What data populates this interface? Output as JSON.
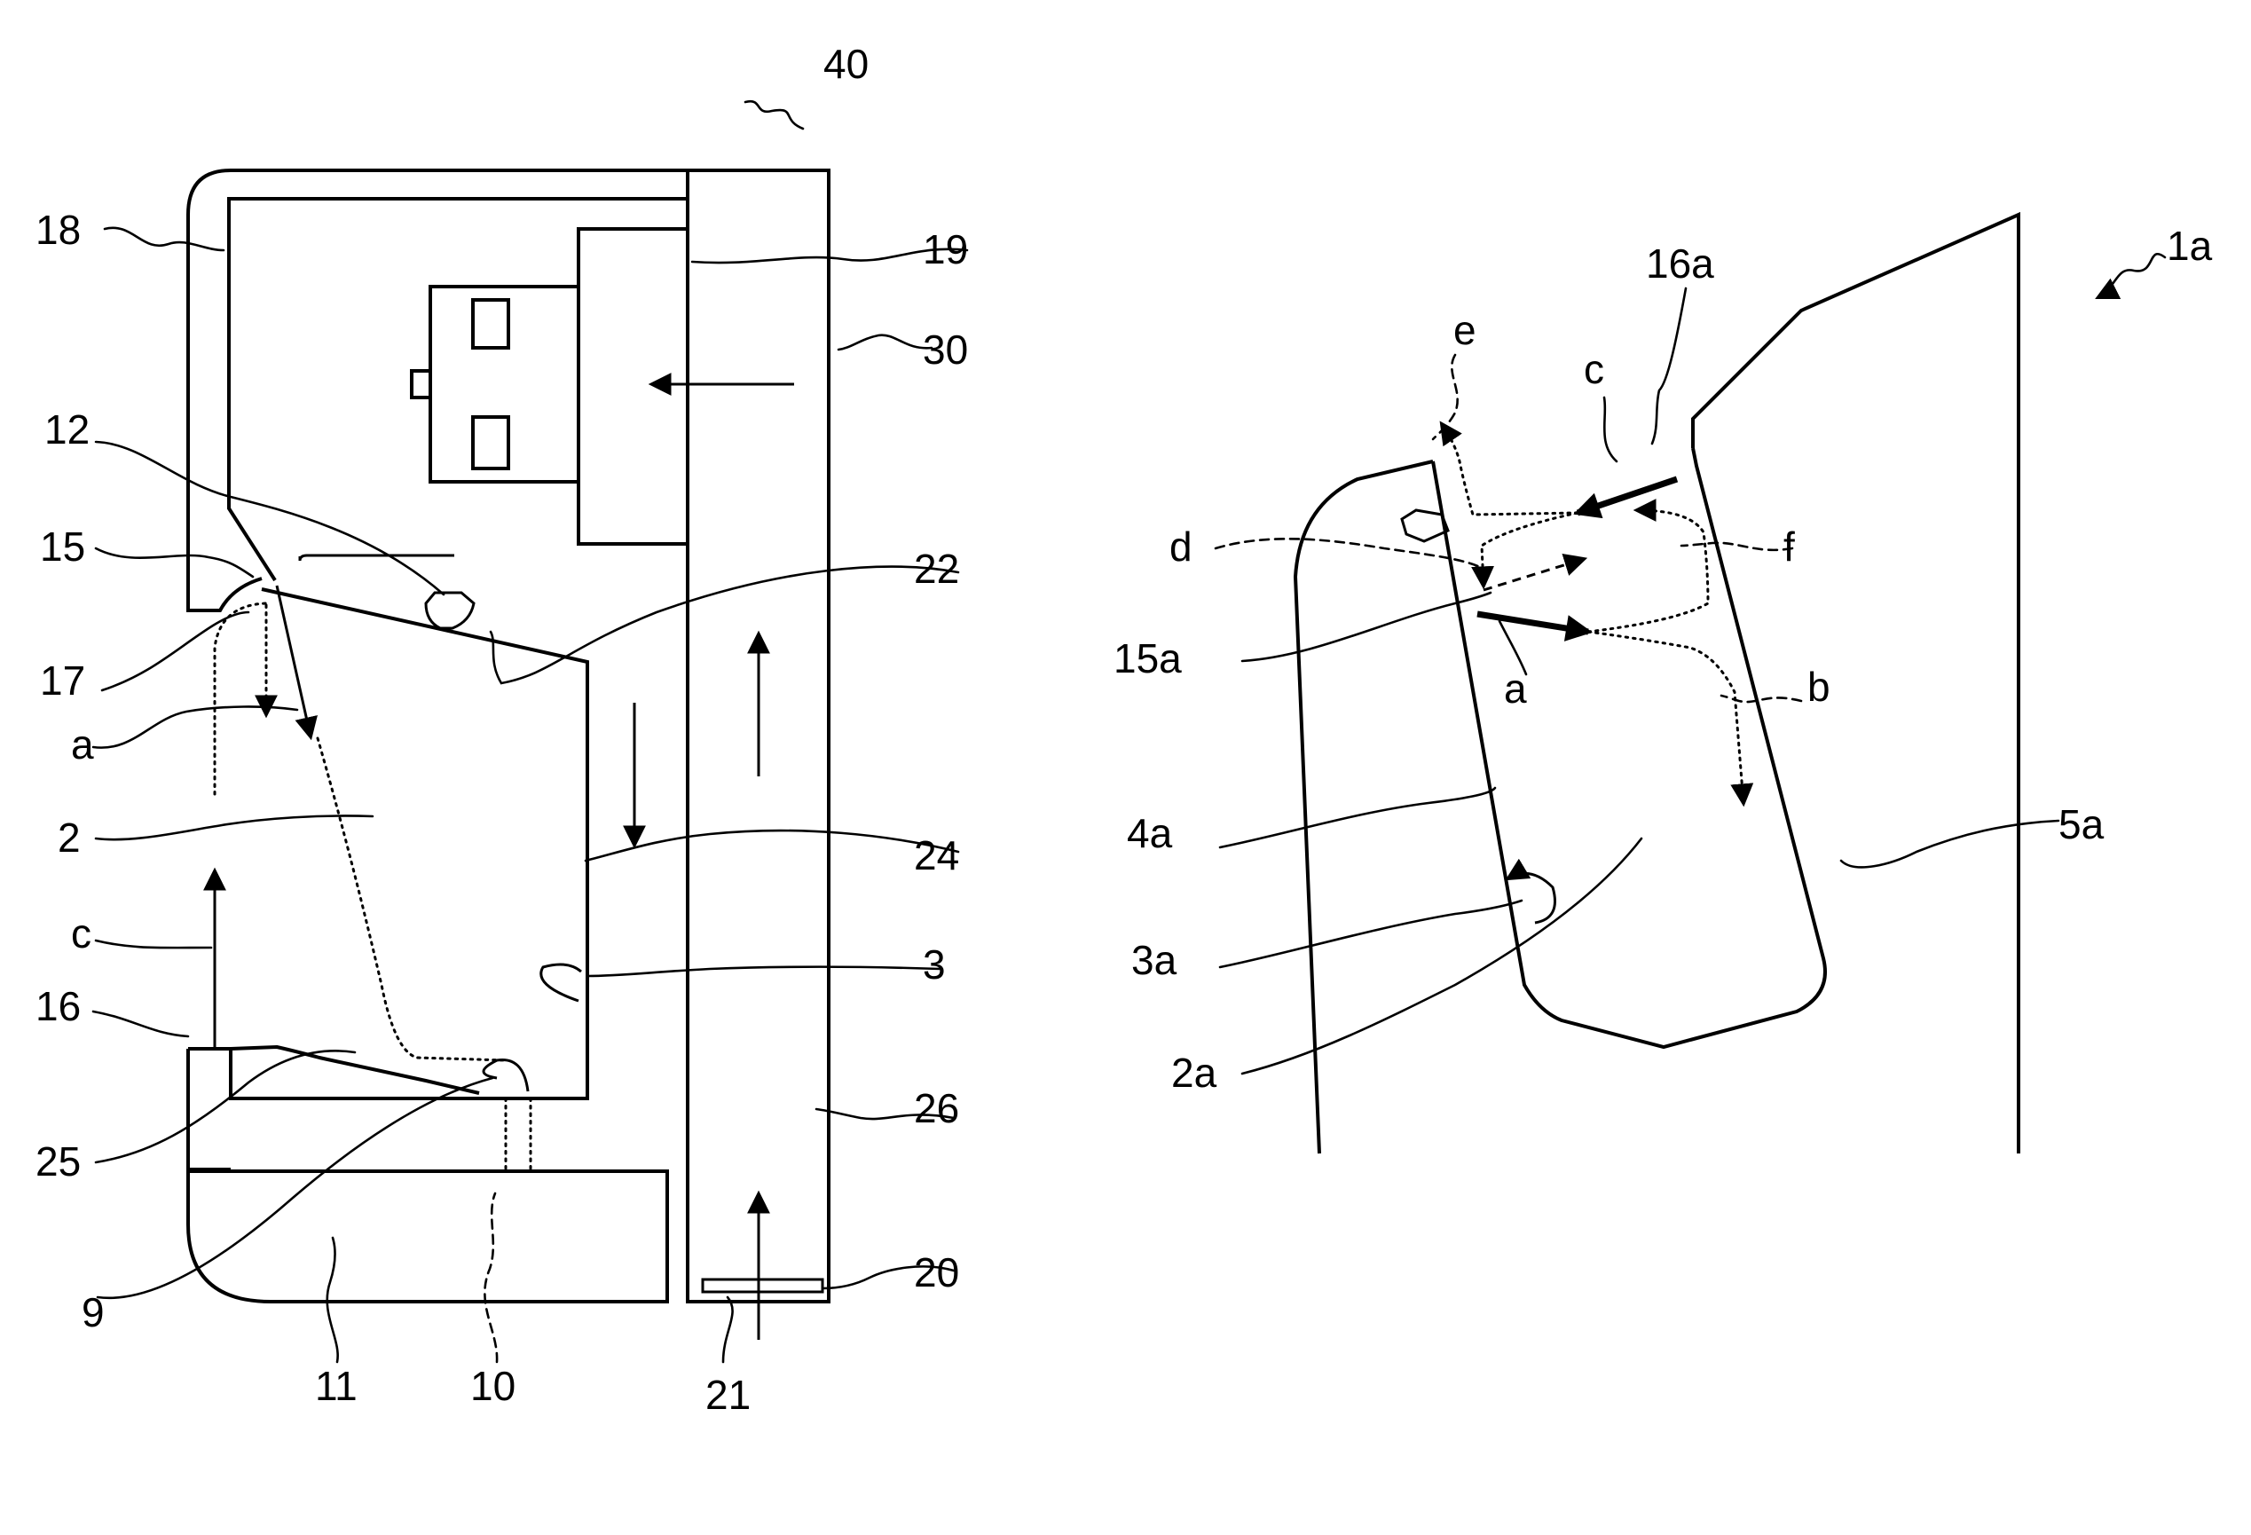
{
  "figure_left": {
    "id": "40",
    "labels": {
      "l18": "18",
      "l19": "19",
      "l30": "30",
      "l12": "12",
      "l15": "15",
      "l22": "22",
      "l17": "17",
      "la": "a",
      "l2": "2",
      "l24": "24",
      "lc": "c",
      "l3": "3",
      "l16": "16",
      "l26": "26",
      "l25": "25",
      "l20": "20",
      "l9": "9",
      "l11": "11",
      "l10": "10",
      "l21": "21"
    }
  },
  "figure_right": {
    "id": "1a",
    "labels": {
      "l16a": "16a",
      "le": "e",
      "lc": "c",
      "ld": "d",
      "lf": "f",
      "l15a": "15a",
      "la": "a",
      "lb": "b",
      "l4a": "4a",
      "l5a": "5a",
      "l3a": "3a",
      "l2a": "2a"
    }
  },
  "colors": {
    "line": "#000000",
    "background": "#ffffff"
  }
}
